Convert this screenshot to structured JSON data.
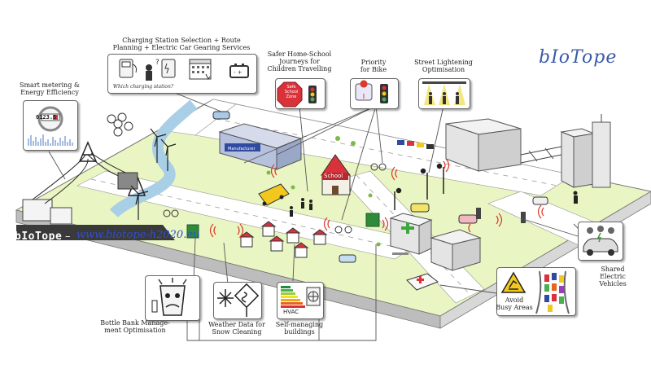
{
  "logo_text": "bIoTope",
  "brand": {
    "name": "bIoTope",
    "separator": "–",
    "url": "www.biotope-h2020.eu"
  },
  "callouts": {
    "smart_metering": "Smart metering &\nEnergy Efficiency",
    "charging": "Charging Station Selection + Route\nPlanning + Electric Car Gearing Services",
    "charging_question": "Which charging station?",
    "safer_school": "Safer Home-School\nJourneys for\nChildren Travelling",
    "priority_bike": "Priority\nfor Bike",
    "street_light": "Street Lightening\nOptimisation",
    "shared_ev": "Shared\nElectric\nVehicles",
    "bottle_bank": "Bottle Bank Manage-\nment Optimisation",
    "weather": "Weather Data for\nSnow Cleaning",
    "self_managing": "Self-managing\nbuildings",
    "avoid_busy": "Avoid\nBusy Areas"
  },
  "in_image_text": {
    "meter_digits": "0123.5",
    "hvac": "HVAC",
    "school": "School",
    "safe_zone": "Safe\nSchool\nZone",
    "manufacturer": "Manufacturer"
  },
  "colors": {
    "ground": "#e9f5c2",
    "ground_side": "#c8c8c8",
    "road": "#ffffff",
    "brand_url": "#2f4fd0",
    "logo": "#3b5aa8",
    "wifi": "#d93a2b",
    "roof": "#d9323a"
  }
}
